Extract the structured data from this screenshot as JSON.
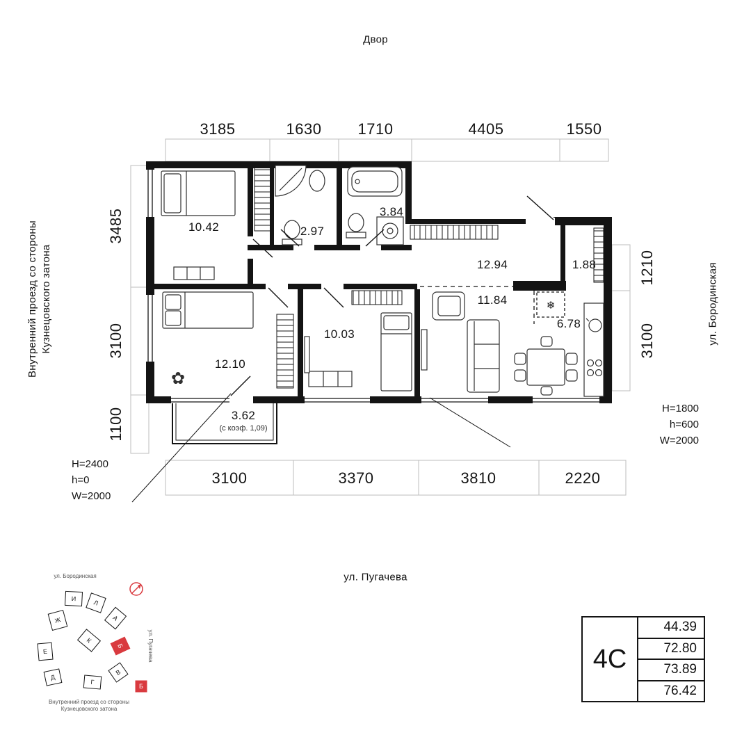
{
  "surroundings": {
    "top": "Двор",
    "left": "Внутренний проезд со стороны Кузнецовского затона",
    "right": "ул. Бородинская",
    "bottom": "ул. Пугачева"
  },
  "dims": {
    "top": [
      "3185",
      "1630",
      "1710",
      "4405",
      "1550"
    ],
    "left": [
      "3485",
      "3100",
      "1100"
    ],
    "right": [
      "1210",
      "3100"
    ],
    "bottom": [
      "3100",
      "3370",
      "3810",
      "2220"
    ]
  },
  "rooms": {
    "bedroom1": "10.42",
    "bath1": "2.97",
    "bath2": "3.84",
    "hall": "12.94",
    "closet": "1.88",
    "living": "11.84",
    "kitchen": "6.78",
    "bedroom2": "10.03",
    "bedroom3": "12.10",
    "balcony": "3.62",
    "balcony_note": "(с коэф. 1,09)"
  },
  "annotations": {
    "left_window": [
      "H=2400",
      "h=0",
      "W=2000"
    ],
    "right_window": [
      "H=1800",
      "h=600",
      "W=2000"
    ]
  },
  "unit": {
    "type": "4С",
    "areas": [
      "44.39",
      "72.80",
      "73.89",
      "76.42"
    ]
  },
  "icons": {
    "fridge_snowflake": "❄",
    "plant": "✿"
  },
  "minimap": {
    "street_top": "ул. Бородинская",
    "street_right": "ул. Пугачева",
    "street_bottom_1": "Внутренний проезд со стороны",
    "street_bottom_2": "Кузнецовского затона",
    "sections": [
      "И",
      "Л",
      "А",
      "Ж",
      "К",
      "Е",
      "Б",
      "Д",
      "Г",
      "В",
      "Б"
    ]
  }
}
